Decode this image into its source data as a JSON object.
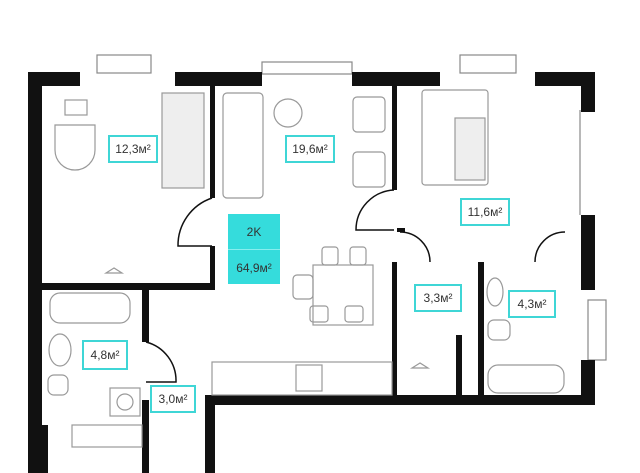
{
  "plan": {
    "rooms_label": "2K",
    "total_area": "64,9м²",
    "rooms": [
      {
        "name": "bedroom-1",
        "area": "12,3м²"
      },
      {
        "name": "living-kitchen",
        "area": "19,6м²"
      },
      {
        "name": "bedroom-2",
        "area": "11,6м²"
      },
      {
        "name": "wardrobe",
        "area": "3,3м²"
      },
      {
        "name": "bathroom-2",
        "area": "4,3м²"
      },
      {
        "name": "bathroom-1",
        "area": "4,8м²"
      },
      {
        "name": "hallway",
        "area": "3,0м²"
      }
    ]
  },
  "colors": {
    "accent": "#35dcdc",
    "wall": "#111111",
    "furniture": "#999999"
  }
}
